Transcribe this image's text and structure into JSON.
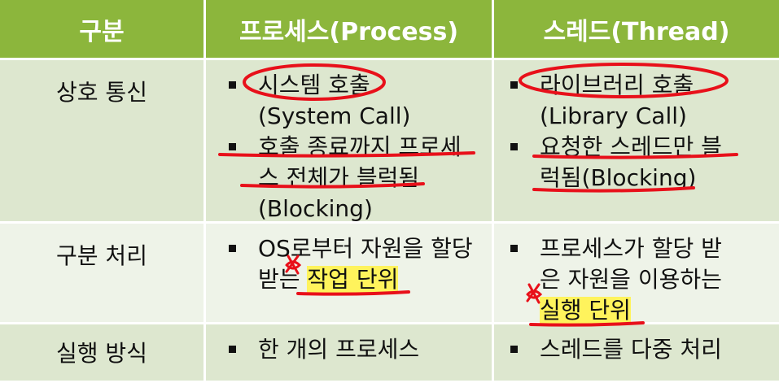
{
  "header": {
    "col1": "구분",
    "col2": "프로세스(Process)",
    "col3": "스레드(Thread)"
  },
  "rows": [
    {
      "label": "상호 통신",
      "process": [
        {
          "text": "시스템 호출\n(System Call)"
        },
        {
          "text": "호출 종료까지 프로세\n스 전체가 블럭됨\n(Blocking)"
        }
      ],
      "thread": [
        {
          "text": "라이브러리 호출\n(Library Call)"
        },
        {
          "text": "요청한 스레드만 블\n럭됨(Blocking)"
        }
      ]
    },
    {
      "label": "구분 처리",
      "process": [
        {
          "text": "OS로부터 자원을 할당",
          "line2_prefix": "받는 ",
          "line2_highlight": "작업 단위"
        }
      ],
      "thread": [
        {
          "text": "프로세스가 할당 받\n은 자원을 이용하는",
          "line3_highlight": "실행 단위"
        }
      ]
    },
    {
      "label": "실행 방식",
      "process": [
        {
          "text": "한 개의 프로세스"
        }
      ],
      "thread": [
        {
          "text": "스레드를 다중 처리"
        }
      ]
    }
  ],
  "colors": {
    "header_bg": "#8cb63c",
    "row_dark": "#dde7cf",
    "row_light": "#eef3e8",
    "annotation": "#e8101a",
    "highlight": "#fff35c"
  }
}
